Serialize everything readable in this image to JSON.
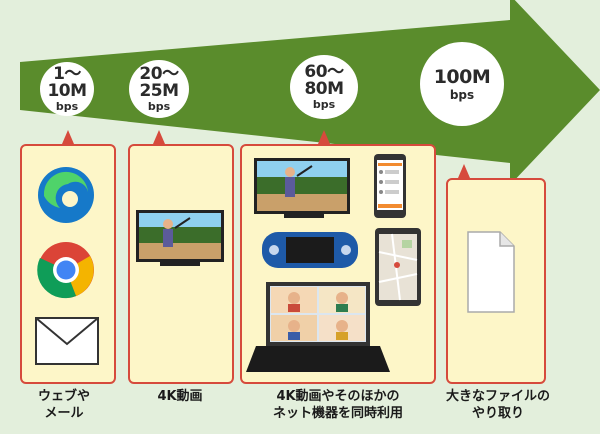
{
  "speeds": [
    {
      "line1": "1〜",
      "line2": "10M",
      "unit": "bps"
    },
    {
      "line1": "20〜",
      "line2": "25M",
      "unit": "bps"
    },
    {
      "line1": "60〜",
      "line2": "80M",
      "unit": "bps"
    },
    {
      "line1": "100M",
      "line2": "",
      "unit": "bps"
    }
  ],
  "captions": [
    {
      "line1": "ウェブや",
      "line2": "メール"
    },
    {
      "line1": "4K動画",
      "line2": ""
    },
    {
      "line1": "4K動画やそのほかの",
      "line2": "ネット機器を同時利用"
    },
    {
      "line1": "大きなファイルの",
      "line2": "やり取り"
    }
  ],
  "icons": [
    "edge-browser-icon",
    "chrome-browser-icon",
    "mail-envelope-icon",
    "baseball-tv-icon",
    "game-console-icon",
    "smartphone-chat-icon",
    "tablet-map-icon",
    "laptop-video-call-icon",
    "document-file-icon"
  ],
  "colors": {
    "arrow": "#5a8c2c",
    "panel_fill": "#fdf6c8",
    "panel_border": "#d64a3c",
    "background": "#e3efdc"
  }
}
